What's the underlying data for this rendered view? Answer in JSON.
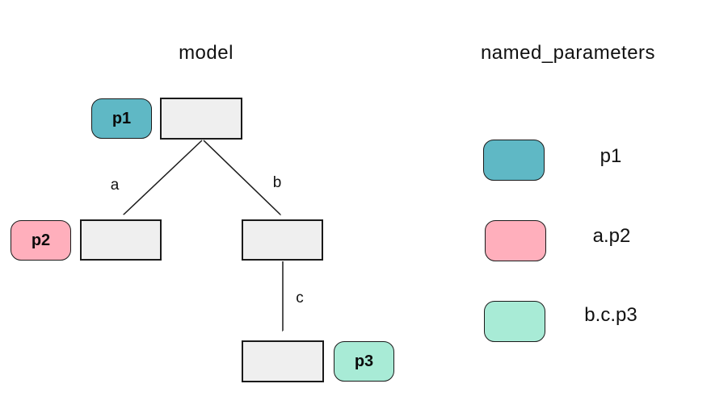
{
  "titles": {
    "left": "model",
    "right": "named_parameters"
  },
  "colors": {
    "param_p1": "#5fb8c5",
    "param_p2": "#ffafbc",
    "param_p3": "#a8ebd6",
    "module_fill": "#efefef",
    "stroke": "#1a1a1a",
    "background": "#ffffff"
  },
  "tree": {
    "params": [
      {
        "label": "p1",
        "color": "#5fb8c5"
      },
      {
        "label": "p2",
        "color": "#ffafbc"
      },
      {
        "label": "p3",
        "color": "#a8ebd6"
      }
    ],
    "edges": [
      {
        "label": "a"
      },
      {
        "label": "b"
      },
      {
        "label": "c"
      }
    ]
  },
  "legend": {
    "rows": [
      {
        "label": "p1",
        "color": "#5fb8c5"
      },
      {
        "label": "a.p2",
        "color": "#ffafbc"
      },
      {
        "label": "b.c.p3",
        "color": "#a8ebd6"
      }
    ]
  }
}
